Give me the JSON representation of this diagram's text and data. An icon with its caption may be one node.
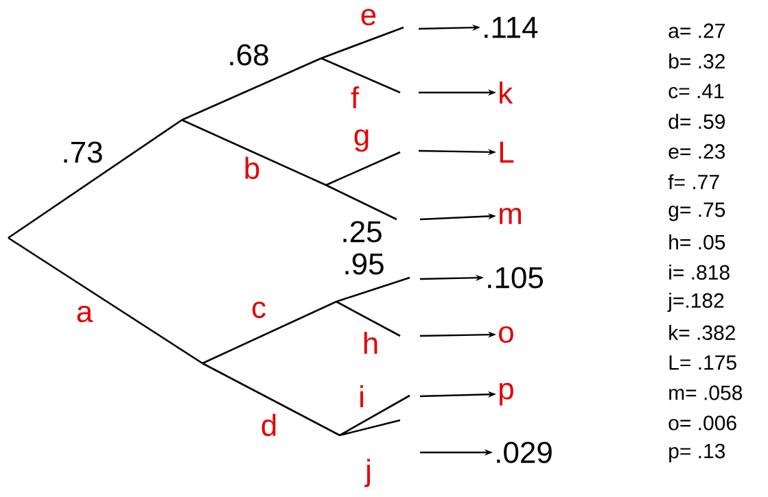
{
  "diagram": {
    "nodes": [
      {
        "text": [
          ".114"
        ]
      },
      {
        "text": [
          "k"
        ]
      },
      {
        "text": [
          "L"
        ]
      },
      {
        "text": [
          "m"
        ]
      },
      {
        "text": [
          ".105"
        ]
      },
      {
        "text": [
          "o"
        ]
      },
      {
        "text": [
          "p"
        ]
      },
      {
        "text": [
          ".029"
        ]
      }
    ],
    "edges": [
      {
        "from": null,
        "to": 0,
        "arrow": "to"
      },
      {
        "from": null,
        "to": 1,
        "arrow": "to"
      },
      {
        "from": null,
        "to": 2,
        "arrow": "to"
      },
      {
        "from": null,
        "to": 3,
        "arrow": "to"
      },
      {
        "from": null,
        "to": 4,
        "arrow": "to"
      },
      {
        "from": null,
        "to": 5,
        "arrow": "to"
      },
      {
        "from": null,
        "to": 6,
        "arrow": "to"
      },
      {
        "from": null,
        "to": 7,
        "arrow": "to"
      }
    ],
    "labels": [
      "e",
      ".68",
      "f",
      "g",
      ".73",
      "b",
      ".25",
      ".95",
      "c",
      "a",
      "h",
      "i",
      "d",
      "j",
      "a= .27",
      "b= .32",
      "c= .41",
      "d= .59",
      "e= .23",
      "f= .77",
      "g= .75",
      "h= .05",
      "i= .818",
      "j=.182",
      "k= .382",
      "L= .175",
      "m= .058",
      "o= .006",
      "p= .13"
    ]
  }
}
